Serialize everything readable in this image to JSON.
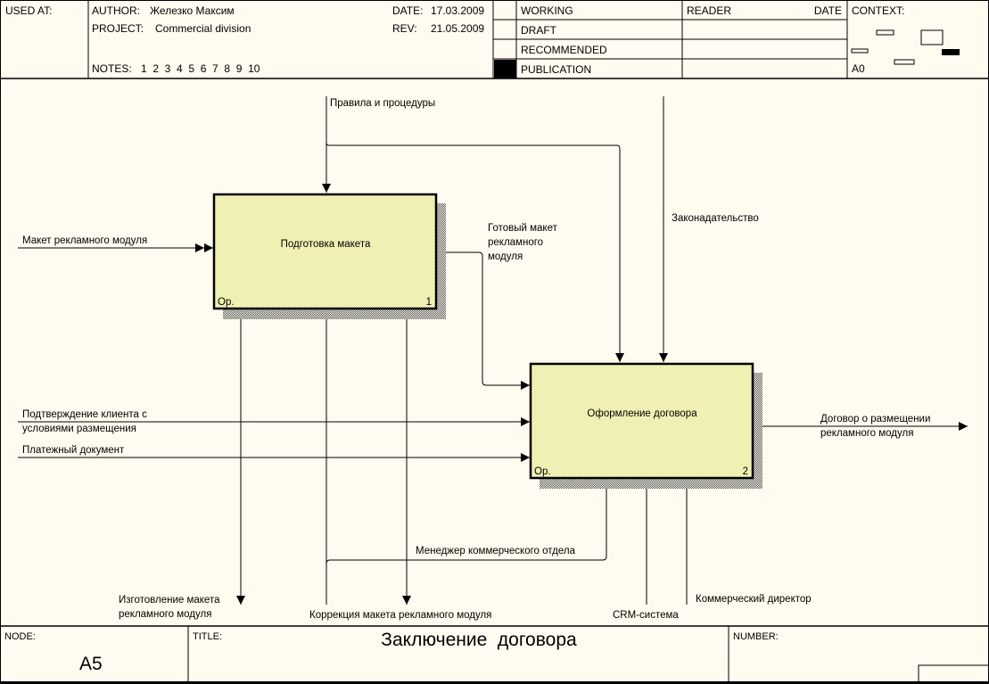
{
  "header": {
    "used_at_label": "USED AT:",
    "author_label": "AUTHOR:",
    "author_value": "Железко Максим",
    "project_label": "PROJECT:",
    "project_value": "Commercial division",
    "date_label": "DATE:",
    "date_value": "17.03.2009",
    "rev_label": "REV:",
    "rev_value": "21.05.2009",
    "notes_label": "NOTES:",
    "notes_values": "1  2  3  4  5  6  7  8  9  10",
    "status_rows": [
      {
        "label": "WORKING",
        "active": false
      },
      {
        "label": "DRAFT",
        "active": false
      },
      {
        "label": "RECOMMENDED",
        "active": false
      },
      {
        "label": "PUBLICATION",
        "active": true
      }
    ],
    "reader_label": "READER",
    "reader_date_label": "DATE",
    "context_label": "CONTEXT:",
    "context_node": "A0"
  },
  "diagram": {
    "box_fill": "#f0f0b4",
    "activities": [
      {
        "name": "Подготовка макета",
        "op_label": "Op.",
        "number": "1"
      },
      {
        "name": "Оформление договора",
        "op_label": "Op.",
        "number": "2"
      }
    ],
    "arrows": {
      "rules": "Правила и процедуры",
      "legislation": "Законадательство",
      "layout_input": "Макет рекламного модуля",
      "ready_layout": [
        "Готовый макет",
        "рекламного",
        "модуля"
      ],
      "client_confirm": [
        "Подтверждение клиента с",
        "условиями размещения"
      ],
      "payment": "Платежный документ",
      "contract_output": [
        "Договор о размещении",
        "рекламного модуля"
      ],
      "manager": "Менеджер коммерческого отдела",
      "make_layout": [
        "Изготовление макета",
        "рекламного модуля"
      ],
      "correction": "Коррекция макета рекламного модуля",
      "crm": "CRM-система",
      "director": "Коммерческий директор"
    }
  },
  "footer": {
    "node_label": "NODE:",
    "node_value": "A5",
    "title_label": "TITLE:",
    "title_value": "Заключение  договора",
    "number_label": "NUMBER:"
  }
}
